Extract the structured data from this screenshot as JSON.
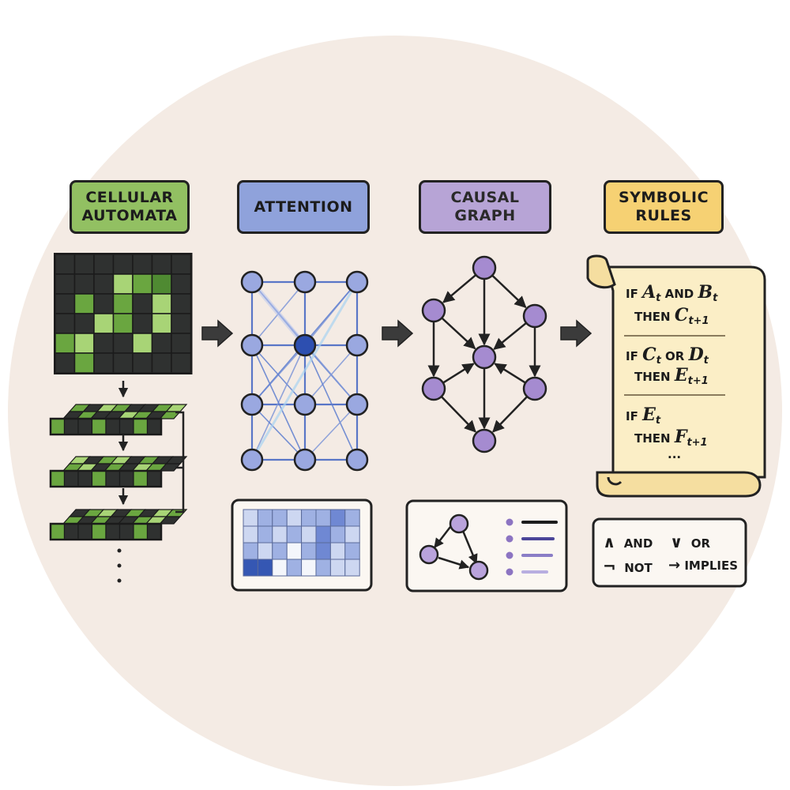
{
  "panels": [
    {
      "id": "cellular",
      "title_line1": "CELLULAR",
      "title_line2": "AUTOMATA",
      "color": "#92c062"
    },
    {
      "id": "attention",
      "title_line1": "ATTENTION",
      "title_line2": "",
      "color": "#8fa2db"
    },
    {
      "id": "causal",
      "title_line1": "CAUSAL",
      "title_line2": "GRAPH",
      "color": "#b7a4d6"
    },
    {
      "id": "symbolic",
      "title_line1": "SYMBOLIC",
      "title_line2": "RULES",
      "color": "#f6d173"
    }
  ],
  "rules": {
    "r1": {
      "kw_if": "IF",
      "a": "A",
      "a_sub": "t",
      "and": "AND",
      "b": "B",
      "b_sub": "t",
      "kw_then": "THEN",
      "c": "C",
      "c_sub": "t+1"
    },
    "r2": {
      "kw_if": "IF",
      "a": "C",
      "a_sub": "t",
      "or": "OR",
      "b": "D",
      "b_sub": "t",
      "kw_then": "THEN",
      "c": "E",
      "c_sub": "t+1"
    },
    "r3": {
      "kw_if": "IF",
      "a": "E",
      "a_sub": "t",
      "kw_then": "THEN",
      "c": "F",
      "c_sub": "t+1"
    },
    "ellipsis": "..."
  },
  "logic_legend": {
    "and_symbol": "∧",
    "and_label": "AND",
    "or_symbol": "∨",
    "or_label": "OR",
    "not_symbol": "¬",
    "not_label": "NOT",
    "implies_symbol": "→",
    "implies_label": "IMPLIES"
  },
  "colors": {
    "ca_dark": "#2f3130",
    "ca_green": "#6aa640",
    "ca_light": "#a8d476",
    "ca_mid": "#4f8a32",
    "attn_node": "#9aa8e0",
    "attn_focus": "#2d4fb0",
    "attn_edge": "#3f62c2",
    "causal_node": "#a58bd0",
    "scroll": "#fbeec6",
    "outline": "#222222"
  }
}
